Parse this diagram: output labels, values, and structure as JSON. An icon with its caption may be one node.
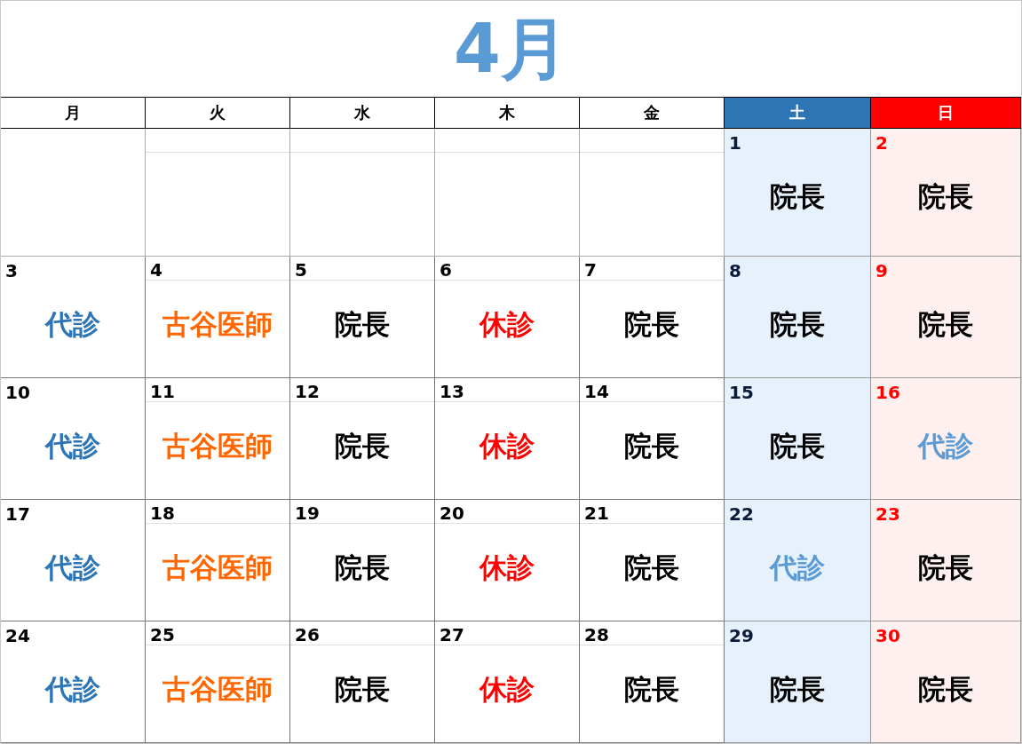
{
  "diagram": {
    "title": "4月",
    "labels": [
      "月",
      "火",
      "水",
      "木",
      "金",
      "土",
      "日",
      "1",
      "院長",
      "2",
      "院長",
      "3",
      "代診",
      "4",
      "古谷医師",
      "5",
      "院長",
      "6",
      "休診",
      "7",
      "院長",
      "8",
      "院長",
      "9",
      "院長",
      "10",
      "代診",
      "11",
      "古谷医師",
      "12",
      "院長",
      "13",
      "休診",
      "14",
      "院長",
      "15",
      "院長",
      "16",
      "代診",
      "17",
      "代診",
      "18",
      "古谷医師",
      "19",
      "院長",
      "20",
      "休診",
      "21",
      "院長",
      "22",
      "代診",
      "23",
      "院長",
      "24",
      "代診",
      "25",
      "古谷医師",
      "26",
      "院長",
      "27",
      "休診",
      "28",
      "院長",
      "29",
      "院長",
      "30",
      "院長"
    ]
  }
}
